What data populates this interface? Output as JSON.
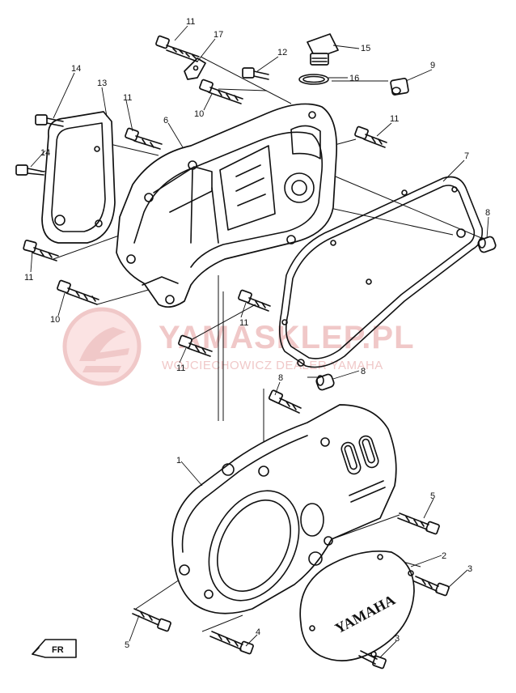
{
  "watermark": {
    "title": "YAMASKLEP.PL",
    "subtitle": "WOJCIECHOWICZ DEALER YAMAHA"
  },
  "cover_brand": "YAMAHA",
  "front_marker": "FR",
  "callouts": {
    "c11a": "11",
    "c17": "17",
    "c15": "15",
    "c12": "12",
    "c16": "16",
    "c9": "9",
    "c14a": "14",
    "c13": "13",
    "c11b": "11",
    "c10a": "10",
    "c6": "6",
    "c11c": "11",
    "c14b": "14",
    "c7": "7",
    "c8a": "8",
    "c11d": "11",
    "c10b": "10",
    "c11e": "11",
    "c11f": "11",
    "c8b": "8",
    "c8c": "8",
    "c1": "1",
    "c5a": "5",
    "c2": "2",
    "c3a": "3",
    "c5b": "5",
    "c4": "4",
    "c3b": "3"
  },
  "colors": {
    "line": "#111111",
    "watermark": "#f0c8c8",
    "background": "#ffffff"
  }
}
